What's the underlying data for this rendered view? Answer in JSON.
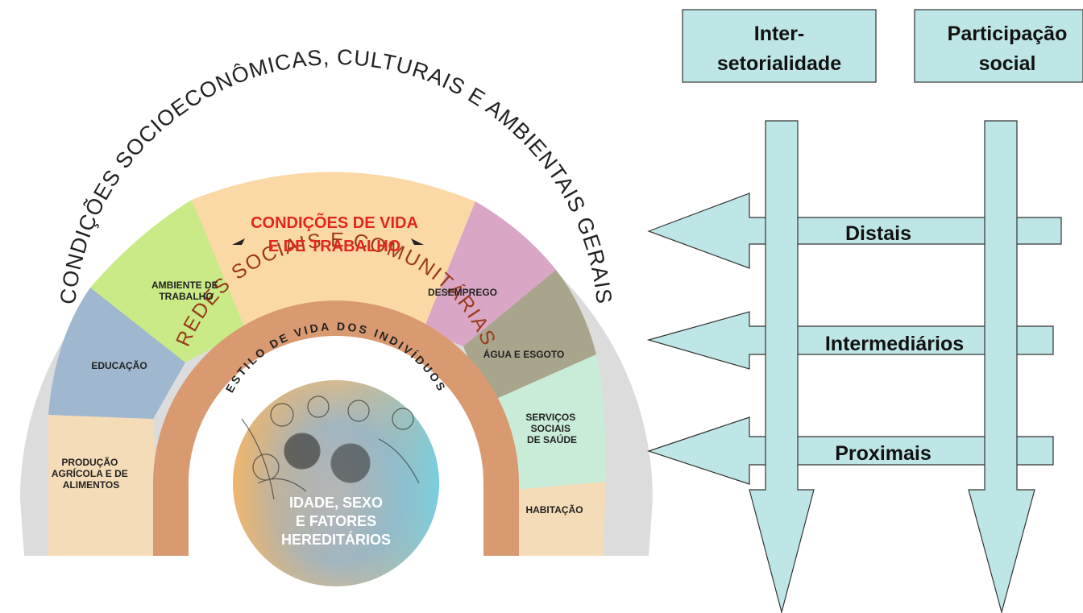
{
  "determinants_model": {
    "outer_arc_text": "CONDIÇÕES SOCIOECONÔMICAS, CULTURAIS E AMBIENTAIS GERAIS",
    "living_conditions_title_line1": "CONDIÇÕES DE VIDA",
    "living_conditions_title_line2": "E DE TRABALHO",
    "segments": {
      "producao": [
        "PRODUÇÃO",
        "AGRÍCOLA E DE",
        "ALIMENTOS"
      ],
      "educacao": [
        "EDUCAÇÃO"
      ],
      "ambiente": [
        "AMBIENTE DE",
        "TRABALHO"
      ],
      "desemprego": [
        "DESEMPREGO"
      ],
      "agua": [
        "ÁGUA E ESGOTO"
      ],
      "servicos": [
        "SERVIÇOS",
        "SOCIAIS",
        "DE SAÚDE"
      ],
      "habitacao": [
        "HABITAÇÃO"
      ]
    },
    "networks_text": "REDES SOCIAIS E COMUNITÁRIAS",
    "lifestyle_text": "ESTILO DE VIDA DOS INDIVÍDUOS",
    "core_text": [
      "IDADE, SEXO",
      "E FATORES",
      "HEREDITÁRIOS"
    ],
    "colors": {
      "outer_band": "#dcdcdc",
      "producao": "#f5dcb8",
      "educacao": "#9fb7cf",
      "ambiente": "#c9ea86",
      "vida_trabalho": "#fbd9a6",
      "desemprego": "#d9a6c6",
      "agua": "#a8a58c",
      "servicos": "#c9ecd8",
      "habitacao": "#f5dcb8",
      "networks": "#d99a72",
      "networks_text": "#9a3a1a",
      "vida_title": "#e0281c"
    }
  },
  "flow_diagram": {
    "column_headers": [
      {
        "line1": "Inter-",
        "line2": "setorialidade"
      },
      {
        "line1": "Participação",
        "line2": "social"
      }
    ],
    "levels": [
      "Distais",
      "Intermediários",
      "Proximais"
    ],
    "arrow_fill": "#bfe6e6",
    "arrow_stroke": "#333333"
  }
}
